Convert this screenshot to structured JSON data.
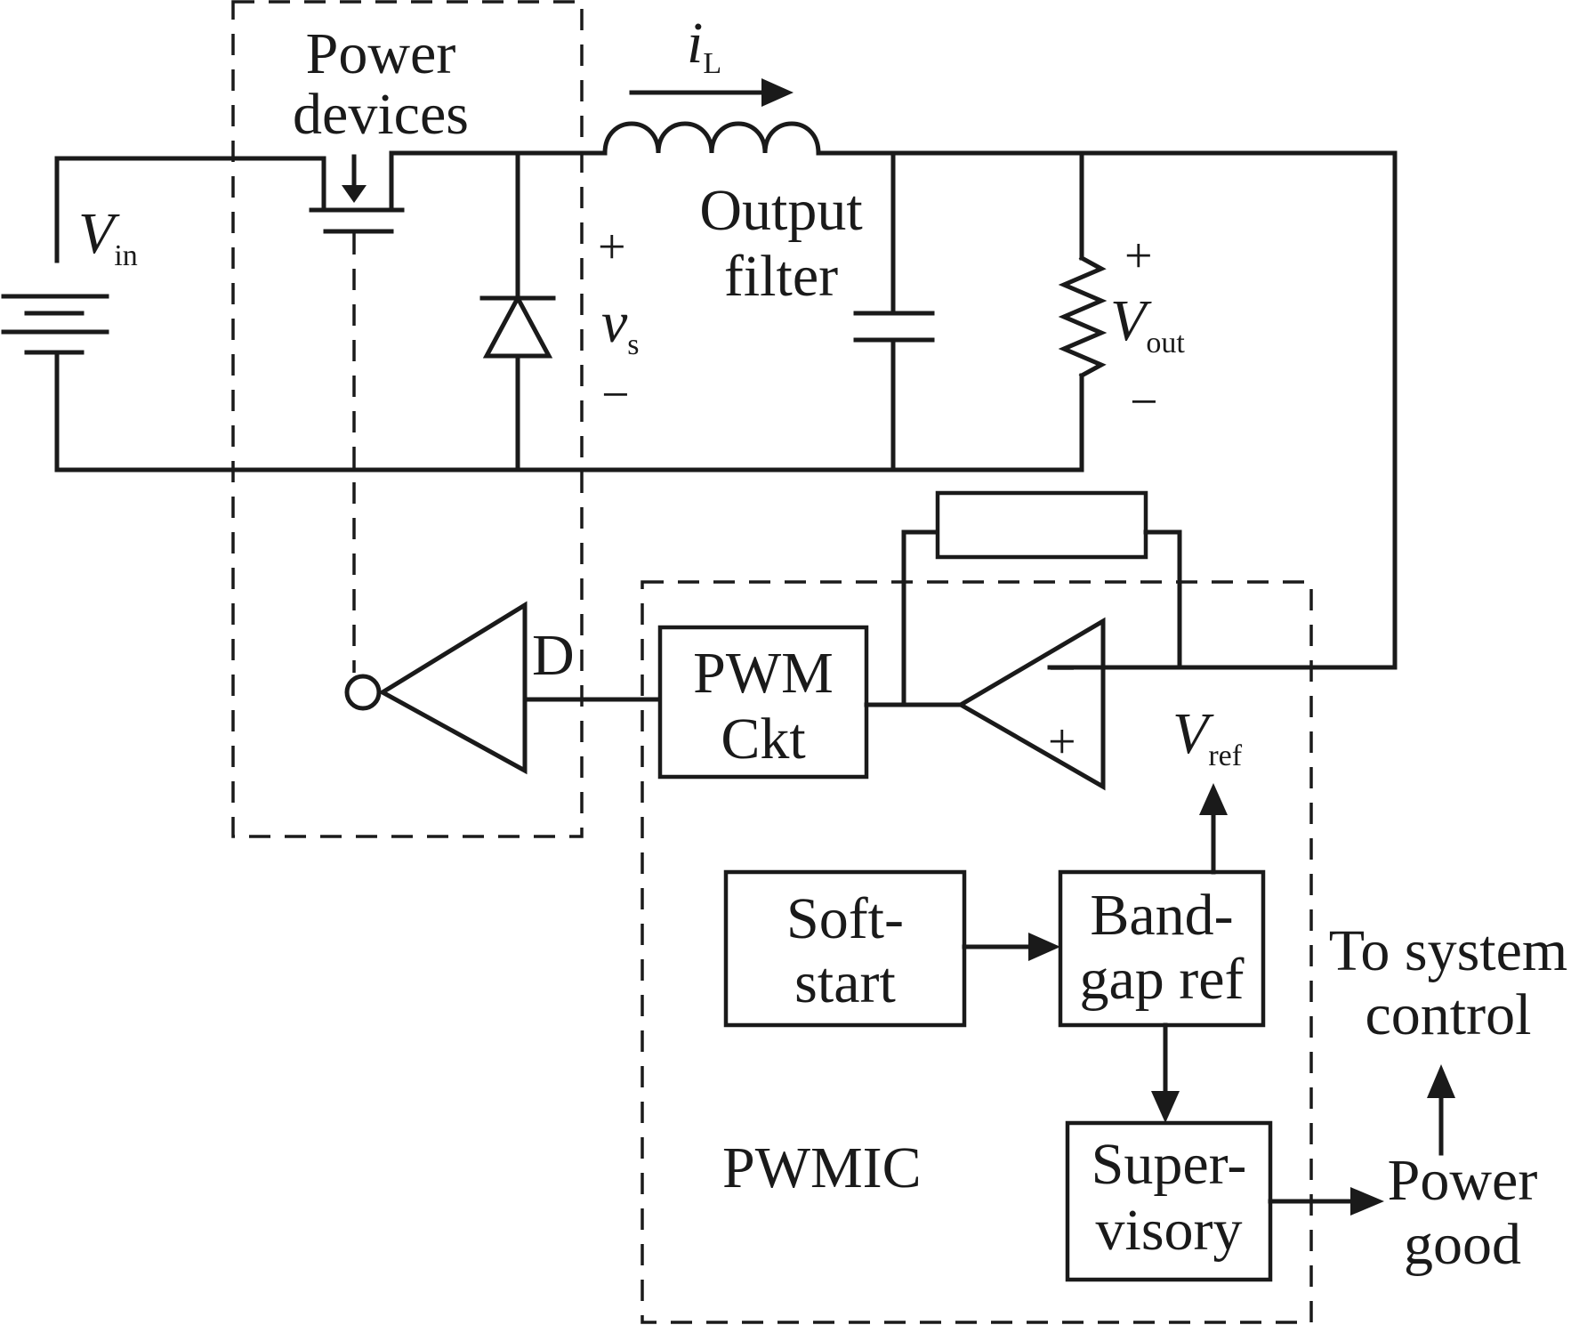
{
  "labels": {
    "power_devices": [
      "Power",
      "devices"
    ],
    "inductor_current": {
      "sym": "i",
      "sub": "L"
    },
    "output_filter": [
      "Output",
      "filter"
    ],
    "vin": {
      "sym": "V",
      "sub": "in"
    },
    "vs": {
      "sym": "v",
      "sub": "s"
    },
    "vout": {
      "sym": "V",
      "sub": "out"
    },
    "vref": {
      "sym": "V",
      "sub": "ref"
    },
    "plus": "+",
    "minus": "−",
    "duty": "D",
    "pwm_ckt": [
      "PWM",
      "Ckt"
    ],
    "soft_start": [
      "Soft-",
      "start"
    ],
    "bandgap_ref": [
      "Band-",
      "gap ref"
    ],
    "supervisory": [
      "Super-",
      "visory"
    ],
    "pwmic": "PWMIC",
    "to_system_control": [
      "To system",
      "control"
    ],
    "power_good": [
      "Power",
      "good"
    ]
  }
}
